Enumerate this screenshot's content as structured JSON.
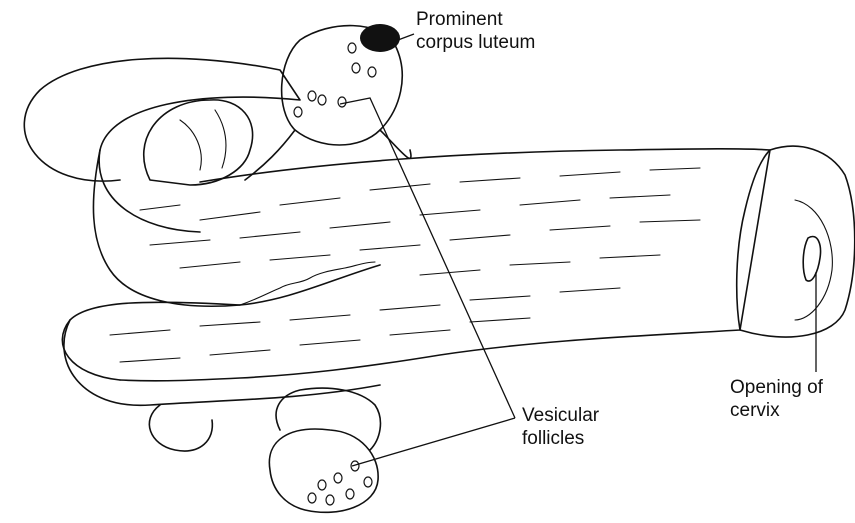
{
  "labels": {
    "corpus_luteum": {
      "line1": "Prominent",
      "line2": "corpus luteum"
    },
    "vesicular_follicles": {
      "line1": "Vesicular",
      "line2": "follicles"
    },
    "opening_of_cervix": {
      "line1": "Opening of",
      "line2": "cervix"
    }
  },
  "colors": {
    "ink": "#111111",
    "background": "#ffffff"
  }
}
